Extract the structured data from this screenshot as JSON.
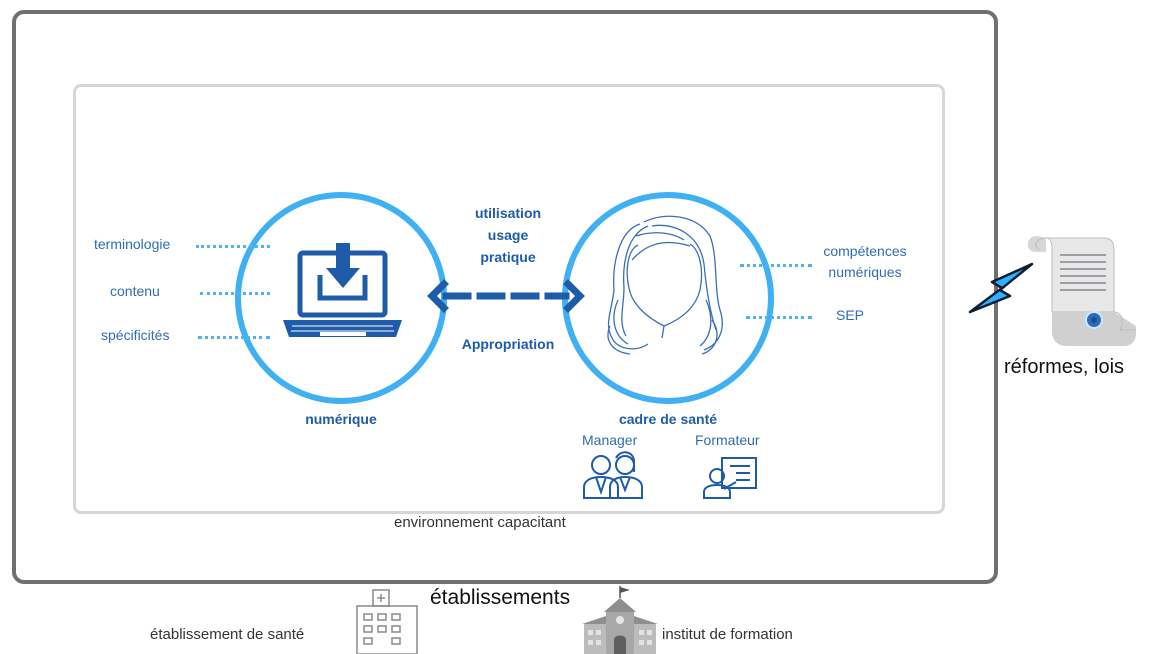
{
  "left_items": [
    "terminologie",
    "contenu",
    "spécificités"
  ],
  "right_items": [
    "compétences\nnuméri ques",
    "SEP"
  ],
  "center_top_lines": [
    "utilisation",
    "usage",
    "pratique"
  ],
  "center_bottom": "Appropriation",
  "numerique_label": "numérique",
  "cadre_label": "cadre de santé",
  "roles": [
    "Manager",
    "Formateur"
  ],
  "inner_label": "environnement capacitant",
  "outer_label": "établissements",
  "bottom_left": "établissement de santé",
  "bottom_right": "institut de formation",
  "reformes_label": "réformes, lois",
  "colors": {
    "circle": "#3fb0f2",
    "dark_blue": "#1e5ba8",
    "dots": "#4db2ee",
    "lightning": "#2bb3ff",
    "outer_border": "#707070",
    "inner_border": "#d6d6d6"
  }
}
